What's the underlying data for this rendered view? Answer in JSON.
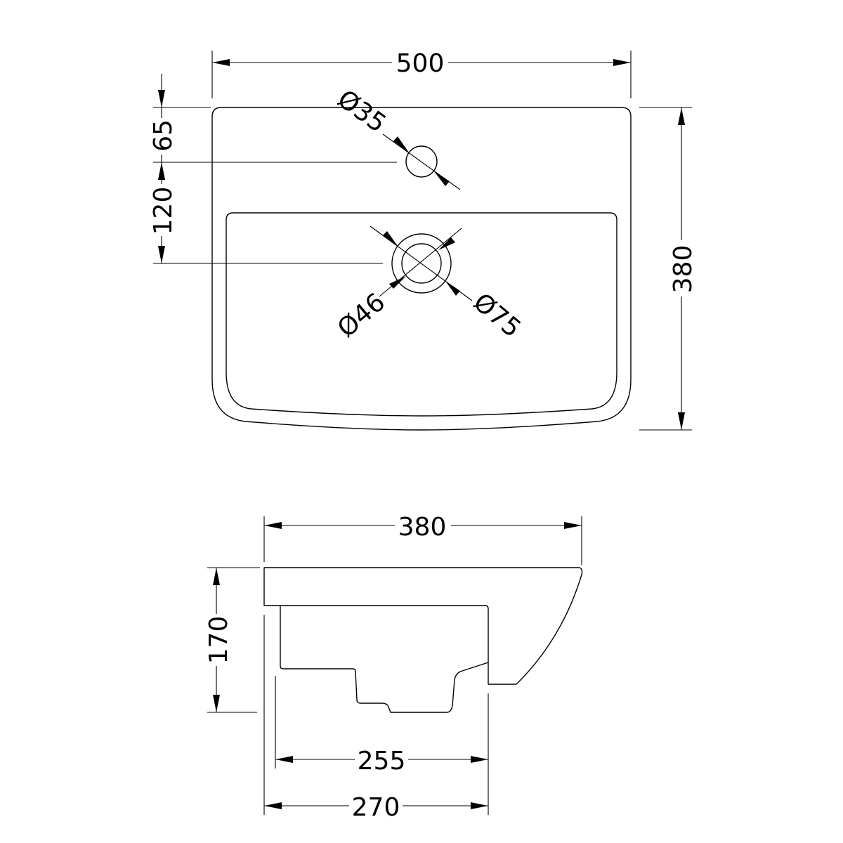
{
  "drawing": {
    "type": "basin technical drawing",
    "views": [
      "plan",
      "side-elevation"
    ],
    "units": "mm"
  },
  "plan_view": {
    "overall_width": "500",
    "overall_depth": "380",
    "tap_hole_offset_from_back": "65",
    "waste_offset_from_tap_hole": "120",
    "tap_hole_diameter": "Ø35",
    "waste_inner_diameter": "Ø46",
    "waste_outer_diameter": "Ø75"
  },
  "side_view": {
    "overall_projection": "380",
    "height": "170",
    "bowl_body_depth": "255",
    "pedestal_fit_depth": "270"
  },
  "colors": {
    "line": "#000000",
    "background": "#ffffff"
  }
}
